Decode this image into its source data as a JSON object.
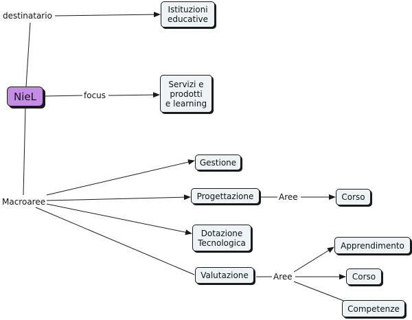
{
  "concept_map": {
    "root": "NieL",
    "nodes": {
      "istituzioni": "Istituzioni\neducative",
      "servizi": "Servizi e\nprodotti\ne learning",
      "gestione": "Gestione",
      "progettazione": "Progettazione",
      "corso_prog": "Corso",
      "dotazione": "Dotazione\nTecnologica",
      "valutazione": "Valutazione",
      "apprendimento": "Apprendimento",
      "corso_val": "Corso",
      "competenze": "Competenze"
    },
    "labels": {
      "destinatario": "destinatario",
      "focus": "focus",
      "macroaree": "Macroaree",
      "aree_prog": "Aree",
      "aree_val": "Aree"
    }
  },
  "colors": {
    "root_fill": "#c58ce6",
    "node_fill": "#eef3f6",
    "line": "#1a1a1a"
  }
}
